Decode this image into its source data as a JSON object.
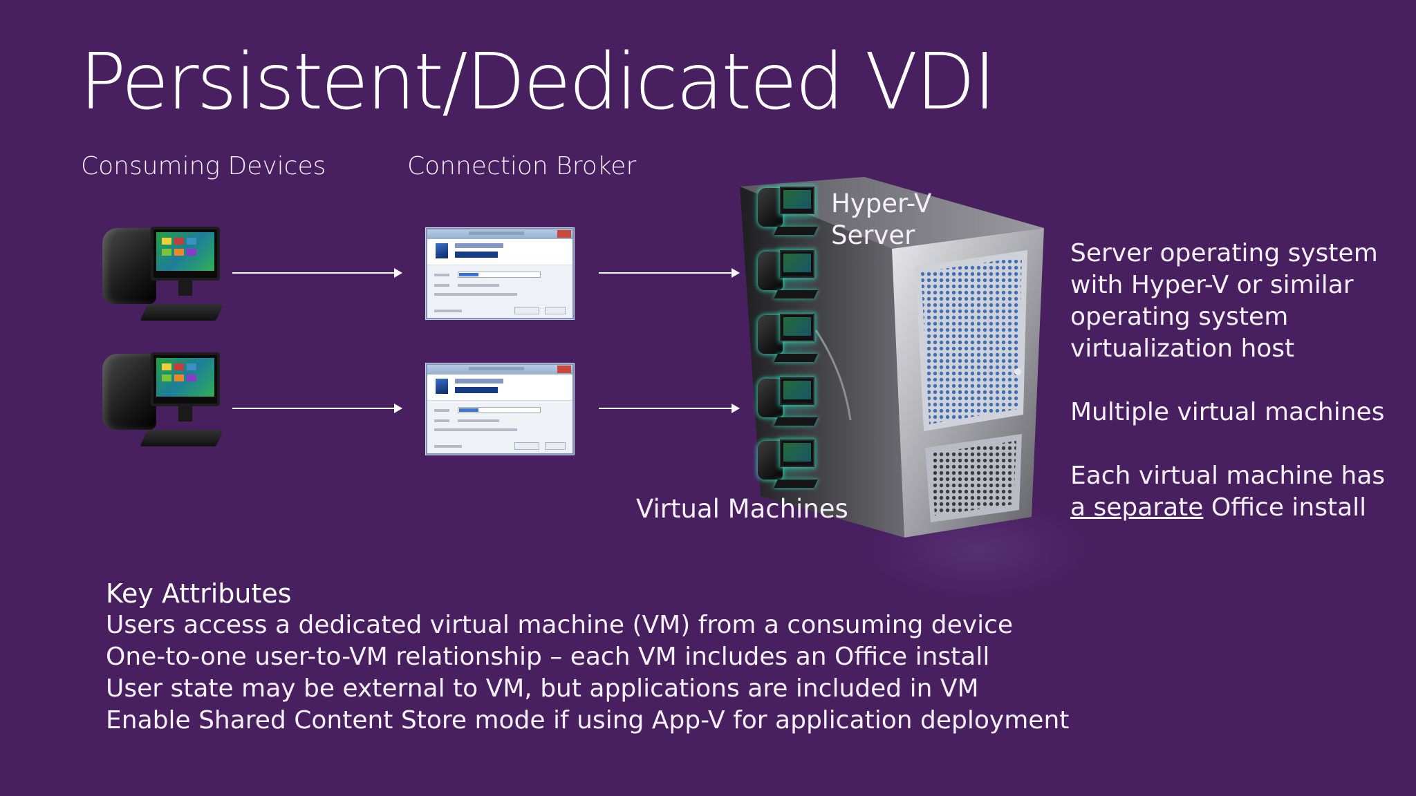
{
  "slide": {
    "title": "Persistent/Dedicated VDI",
    "col_devices": "Consuming Devices",
    "col_broker": "Connection Broker",
    "server_label_line1": "Hyper-V",
    "server_label_line2": "Server",
    "vm_label": "Virtual Machines"
  },
  "description": {
    "para1_lines": [
      "Server operating system",
      "with Hyper-V or similar",
      "operating system",
      "virtualization host"
    ],
    "para2": "Multiple virtual machines",
    "para3_line1": "Each virtual machine has",
    "para3_underlined": "a separate",
    "para3_rest": " Office install"
  },
  "key_attributes": {
    "title": "Key Attributes",
    "items": [
      "Users access a dedicated virtual machine (VM) from a consuming device",
      "One-to-one user-to-VM relationship – each VM includes an Office install",
      "User state may be external to VM, but applications are included in VM",
      "Enable Shared Content Store mode if using App-V for application deployment"
    ]
  },
  "colors": {
    "background": "#482060",
    "text": "#ffffff",
    "vm_glow": "#32dcbe"
  },
  "icons": {
    "device": "desktop-pc-icon",
    "broker": "remote-desktop-connection-dialog",
    "vm": "virtual-machine-icon",
    "server": "server-tower-icon"
  }
}
